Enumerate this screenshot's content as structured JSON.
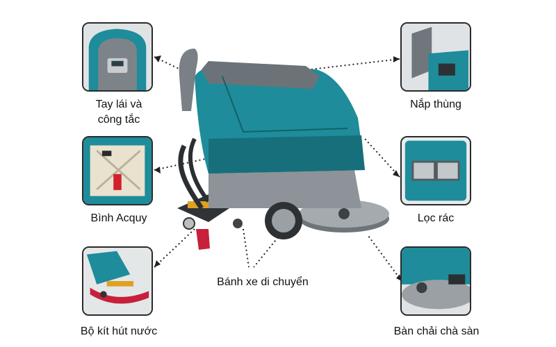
{
  "labels": {
    "handle": "Tay lái và",
    "handle_line2": "công tắc",
    "battery": "Bình Acquy",
    "squeegee": "Bộ kít hút nước",
    "lid": "Nắp thùng",
    "filter": "Lọc rác",
    "brush": "Bàn chải chà sàn",
    "wheels": "Bánh xe di chuyển"
  },
  "colors": {
    "teal": "#1e8c9a",
    "teal_dark": "#176f7b",
    "gray_body": "#8d9398",
    "gray_dark": "#555b60"
  }
}
